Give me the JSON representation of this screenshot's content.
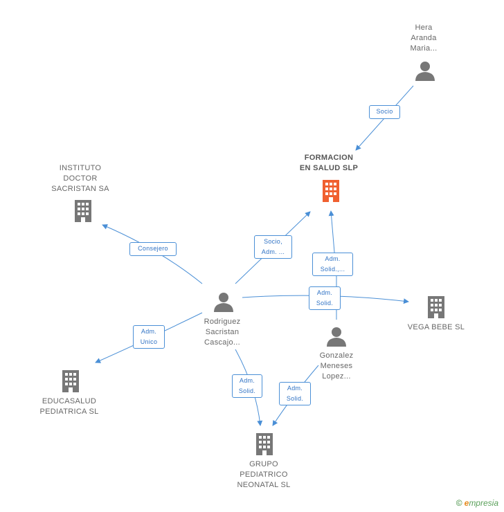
{
  "nodes": {
    "hera": {
      "label": "Hera\nAranda\nMaria..."
    },
    "formacion": {
      "label": "FORMACION\nEN SALUD SLP"
    },
    "instituto": {
      "label": "INSTITUTO\nDOCTOR\nSACRISTAN SA"
    },
    "rodriguez": {
      "label": "Rodriguez\nSacristan\nCascajo..."
    },
    "vega": {
      "label": "VEGA BEBE SL"
    },
    "gonzalez": {
      "label": "Gonzalez\nMeneses\nLopez..."
    },
    "educasalud": {
      "label": "EDUCASALUD\nPEDIATRICA SL"
    },
    "grupo": {
      "label": "GRUPO\nPEDIATRICO\nNEONATAL SL"
    }
  },
  "relations": {
    "socio": "Socio",
    "socio_adm": "Socio,\nAdm. ...",
    "adm_solid_1": "Adm.\nSolid.,...",
    "adm_solid_2": "Adm.\nSolid.",
    "consejero": "Consejero",
    "adm_unico": "Adm.\nUnico",
    "adm_solid_3": "Adm.\nSolid.",
    "adm_solid_4": "Adm.\nSolid."
  },
  "brand": {
    "copyright": "©",
    "initial": "e",
    "rest": "mpresia"
  },
  "colors": {
    "edge": "#4a8fd6",
    "person": "#777777",
    "company": "#777777",
    "focus": "#f06030"
  }
}
